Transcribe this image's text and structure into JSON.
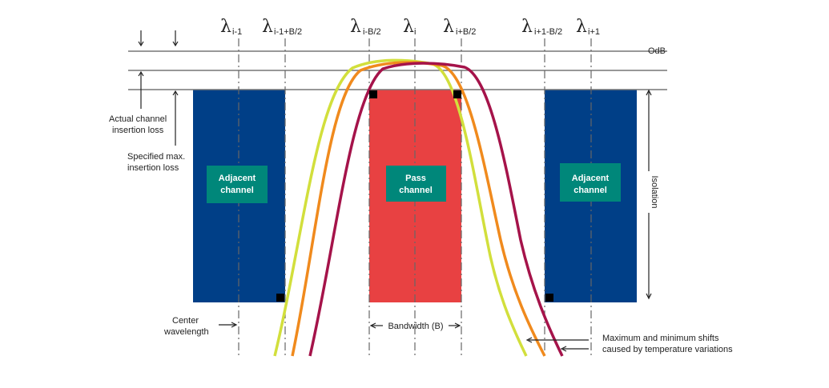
{
  "wavelengths": {
    "symbol": "λ",
    "items": [
      {
        "sub": "i-1"
      },
      {
        "sub": "i-1+B/2"
      },
      {
        "sub": "i-B/2"
      },
      {
        "sub": "i"
      },
      {
        "sub": "i+B/2"
      },
      {
        "sub": "i+1-B/2"
      },
      {
        "sub": "i+1"
      }
    ]
  },
  "levels": {
    "zero_db": "OdB"
  },
  "labels": {
    "actual_loss": [
      "Actual channel",
      "insertion loss"
    ],
    "specified_loss": [
      "Specified max.",
      "insertion loss"
    ],
    "center_wavelength": [
      "Center",
      "wavelength"
    ],
    "bandwidth": "Bandwidth (B)",
    "isolation": "Isolation",
    "shift_note": [
      "Maximum and minimum shifts",
      "caused by temperature variations"
    ]
  },
  "boxes": {
    "adjacent_left": [
      "Adjacent",
      "channel"
    ],
    "pass": [
      "Pass",
      "channel"
    ],
    "adjacent_right": [
      "Adjacent",
      "channel"
    ]
  },
  "colors": {
    "adjacent_channel": "#003f87",
    "pass_channel": "#e84142",
    "label_box": "#00877a",
    "curve_yellow": "#d2df3c",
    "curve_orange": "#f08a1d",
    "curve_maroon": "#a5134a",
    "line": "#666666"
  }
}
